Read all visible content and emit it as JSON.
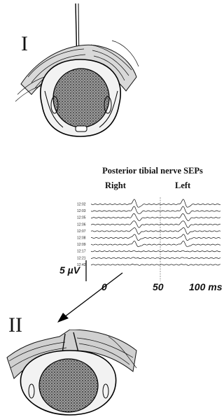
{
  "labels": {
    "top": "I",
    "bottom": "II"
  },
  "panel": {
    "title": "Posterior tibial nerve SEPs",
    "right": "Right",
    "left": "Left",
    "scale": "5 µV",
    "x_ticks": [
      "0",
      "50",
      "100 ms"
    ],
    "trace_times": [
      "12:02",
      "12:03",
      "12:05",
      "12:06",
      "12:07",
      "12:08",
      "12:09",
      "12:17",
      "12:21",
      "12:42"
    ]
  }
}
